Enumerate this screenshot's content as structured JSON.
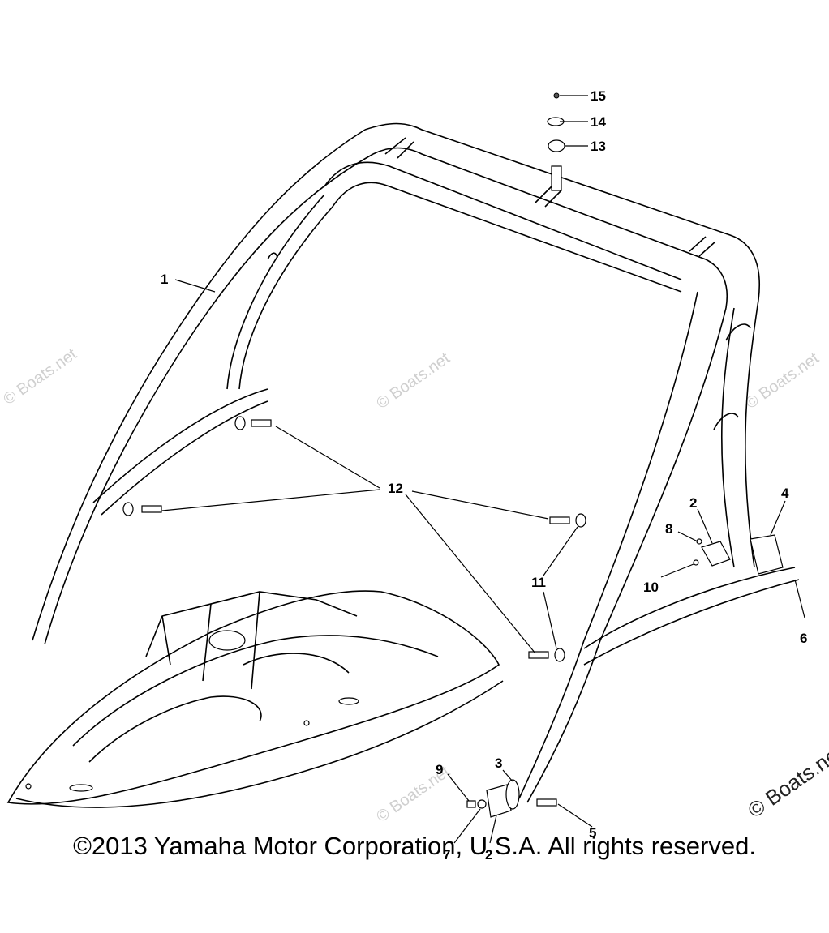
{
  "watermark": "© Boats.net",
  "callouts": {
    "c1": "1",
    "c2a": "2",
    "c2b": "2",
    "c3": "3",
    "c4": "4",
    "c5": "5",
    "c6": "6",
    "c7": "7",
    "c8": "8",
    "c9": "9",
    "c10": "10",
    "c11": "11",
    "c12": "12",
    "c13": "13",
    "c14": "14",
    "c15": "15"
  },
  "copyright": "©2013 Yamaha Motor Corporation, U.S.A. All rights reserved."
}
